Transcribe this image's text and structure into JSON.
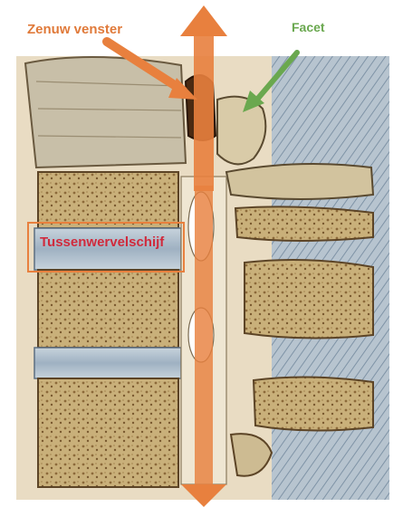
{
  "labels": {
    "nerve_window": "Zenuw venster",
    "facet": "Facet",
    "disc": "Tussenwervelschijf"
  },
  "colors": {
    "nerve_window": "#e8803e",
    "facet": "#6aa84f",
    "disc": "#d02a3c",
    "arrow": "#e8803e"
  }
}
